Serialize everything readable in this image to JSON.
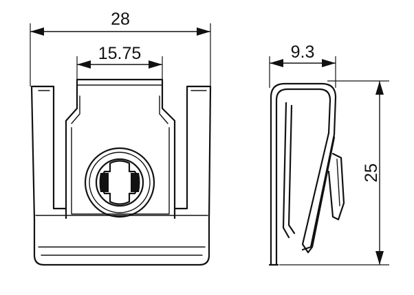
{
  "dimensions": {
    "overall_width": "28",
    "tab_width": "15.75",
    "clip_depth": "9.3",
    "height": "25"
  }
}
